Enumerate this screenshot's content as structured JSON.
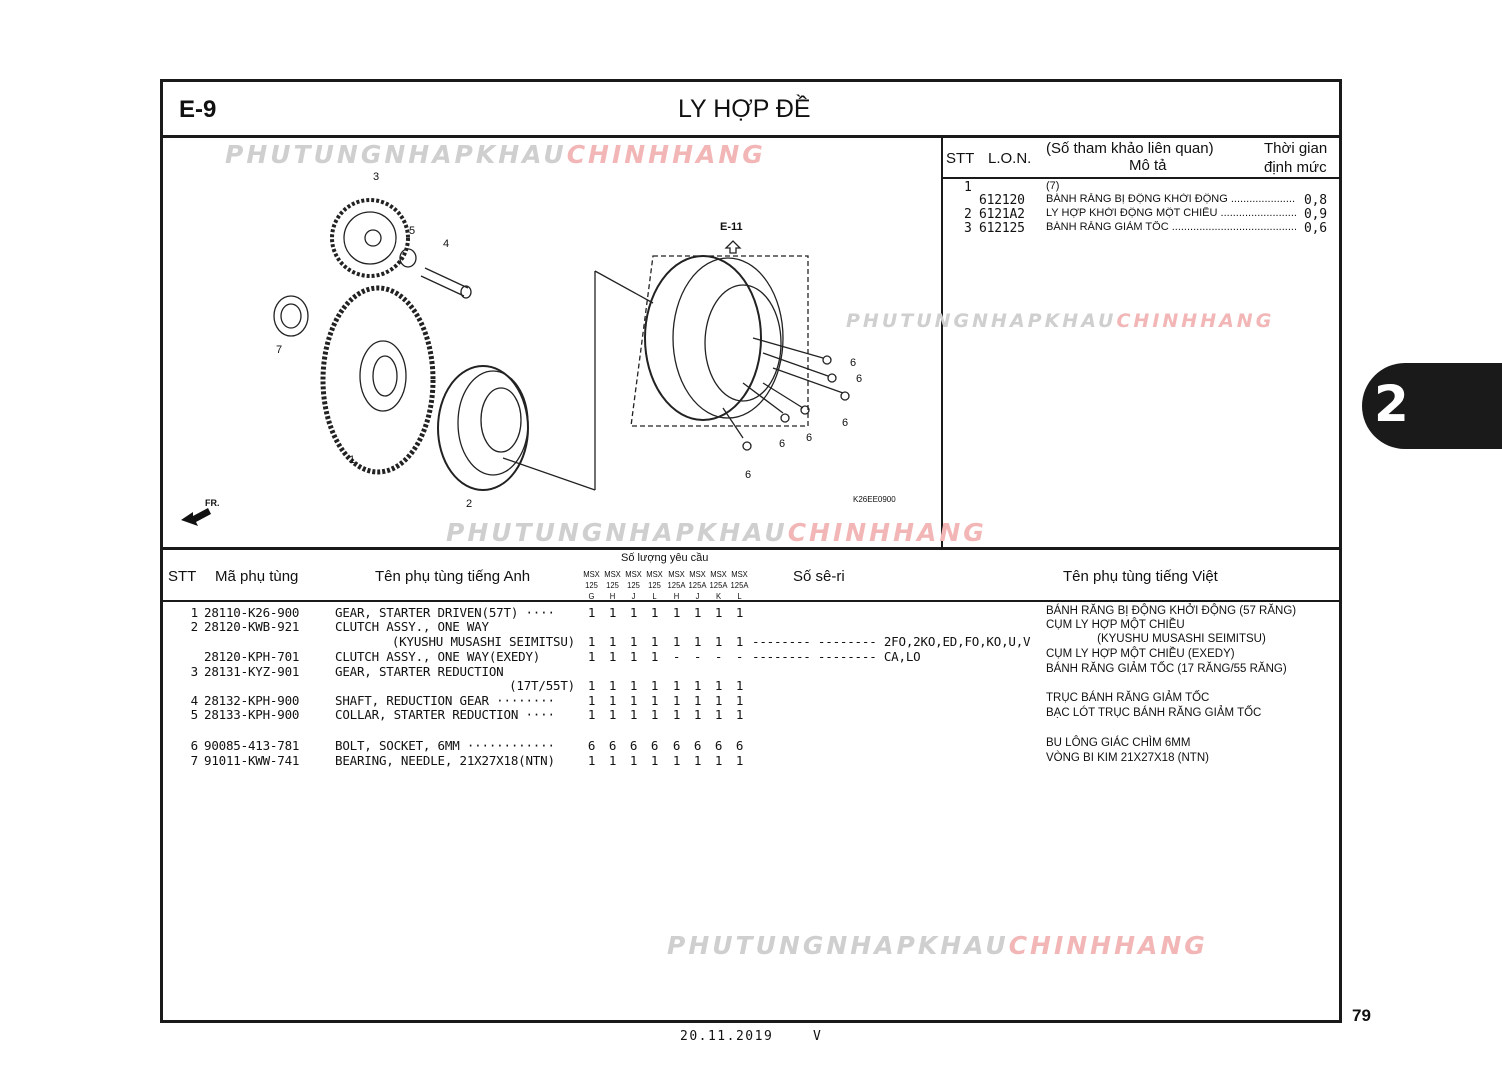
{
  "header": {
    "section": "E-9",
    "title": "LY HỢP ĐỀ"
  },
  "watermark": {
    "part1": "PHUTUNGNHAPKHAU",
    "part2": "CHINHHANG"
  },
  "diagram": {
    "ref_label": "E-11",
    "code": "K26EE0900",
    "front_label": "FR.",
    "callouts": [
      "1",
      "2",
      "3",
      "4",
      "5",
      "6",
      "6",
      "6",
      "6",
      "6",
      "6",
      "7"
    ]
  },
  "reference_panel": {
    "headers": {
      "stt": "STT",
      "lon": "L.O.N.",
      "ref": "(Số tham khảo liên quan)",
      "desc": "Mô tả",
      "time1": "Thời gian",
      "time2": "định mức"
    },
    "rows": [
      {
        "stt": "1",
        "lon": "",
        "desc": "(7)",
        "time": ""
      },
      {
        "stt": "",
        "lon": "612120",
        "desc": "BÁNH RĂNG BỊ ĐỘNG KHỞI ĐỘNG",
        "time": "0,8"
      },
      {
        "stt": "2",
        "lon": "6121A2",
        "desc": "LY HỢP KHỞI ĐỘNG MỘT CHIỀU",
        "time": "0,9"
      },
      {
        "stt": "3",
        "lon": "612125",
        "desc": "BÁNH RĂNG GIẢM TỐC",
        "time": "0,6"
      }
    ]
  },
  "parts_table": {
    "headers": {
      "stt": "STT",
      "part_no": "Mã phụ tùng",
      "name_en": "Tên phụ tùng tiếng Anh",
      "qty_title": "Số lượng yêu cầu",
      "serial": "Số sê-ri",
      "name_vi": "Tên phụ tùng tiếng Việt"
    },
    "models": [
      {
        "l1": "MSX",
        "l2": "125",
        "l3": "G"
      },
      {
        "l1": "MSX",
        "l2": "125",
        "l3": "H"
      },
      {
        "l1": "MSX",
        "l2": "125",
        "l3": "J"
      },
      {
        "l1": "MSX",
        "l2": "125",
        "l3": "L"
      },
      {
        "l1": "MSX",
        "l2": "125A",
        "l3": "H"
      },
      {
        "l1": "MSX",
        "l2": "125A",
        "l3": "J"
      },
      {
        "l1": "MSX",
        "l2": "125A",
        "l3": "K"
      },
      {
        "l1": "MSX",
        "l2": "125A",
        "l3": "L"
      }
    ],
    "rows": [
      {
        "stt": "1",
        "part_no": "28110-K26-900",
        "name_en": "GEAR, STARTER DRIVEN(57T) ····",
        "qty": [
          "1",
          "1",
          "1",
          "1",
          "1",
          "1",
          "1",
          "1"
        ],
        "serial": "",
        "name_vi": "BÁNH RĂNG BỊ ĐỘNG KHỞI ĐỘNG (57 RĂNG)"
      },
      {
        "stt": "2",
        "part_no": "28120-KWB-921",
        "name_en": "CLUTCH ASSY., ONE WAY",
        "qty": [],
        "serial": "",
        "name_vi": "CỤM LY HỢP MỘT CHIỀU"
      },
      {
        "stt": "",
        "part_no": "",
        "name_en": "          (KYUSHU MUSASHI SEIMITSU)",
        "qty": [
          "1",
          "1",
          "1",
          "1",
          "1",
          "1",
          "1",
          "1"
        ],
        "serial": "-------- -------- 2FO,2KO,ED,FO,KO,U,V",
        "name_vi": "                (KYUSHU MUSASHI SEIMITSU)"
      },
      {
        "stt": "",
        "part_no": "28120-KPH-701",
        "name_en": "CLUTCH ASSY., ONE WAY(EXEDY)",
        "qty": [
          "1",
          "1",
          "1",
          "1",
          "-",
          "-",
          "-",
          "-"
        ],
        "serial": "-------- -------- CA,LO",
        "name_vi": "CỤM LY HỢP MỘT CHIỀU (EXEDY)"
      },
      {
        "stt": "3",
        "part_no": "28131-KYZ-901",
        "name_en": "GEAR, STARTER REDUCTION",
        "qty": [],
        "serial": "",
        "name_vi": "BÁNH RĂNG GIẢM TỐC (17 RĂNG/55 RĂNG)"
      },
      {
        "stt": "",
        "part_no": "",
        "name_en": "                      (17T/55T)",
        "qty": [
          "1",
          "1",
          "1",
          "1",
          "1",
          "1",
          "1",
          "1"
        ],
        "serial": "",
        "name_vi": ""
      },
      {
        "stt": "4",
        "part_no": "28132-KPH-900",
        "name_en": "SHAFT, REDUCTION GEAR ········",
        "qty": [
          "1",
          "1",
          "1",
          "1",
          "1",
          "1",
          "1",
          "1"
        ],
        "serial": "",
        "name_vi": "TRỤC BÁNH RĂNG GIẢM TỐC"
      },
      {
        "stt": "5",
        "part_no": "28133-KPH-900",
        "name_en": "COLLAR, STARTER REDUCTION ····",
        "qty": [
          "1",
          "1",
          "1",
          "1",
          "1",
          "1",
          "1",
          "1"
        ],
        "serial": "",
        "name_vi": "BẠC LÓT TRỤC BÁNH RĂNG GIẢM TỐC"
      },
      {
        "stt": "6",
        "part_no": "90085-413-781",
        "name_en": "BOLT, SOCKET, 6MM ············",
        "qty": [
          "6",
          "6",
          "6",
          "6",
          "6",
          "6",
          "6",
          "6"
        ],
        "serial": "",
        "name_vi": "BU LÔNG GIÁC CHÌM 6MM"
      },
      {
        "stt": "7",
        "part_no": "91011-KWW-741",
        "name_en": "BEARING, NEEDLE, 21X27X18(NTN)",
        "qty": [
          "1",
          "1",
          "1",
          "1",
          "1",
          "1",
          "1",
          "1"
        ],
        "serial": "",
        "name_vi": "VÒNG BI KIM 21X27X18 (NTN)"
      }
    ]
  },
  "footer": {
    "page": "79",
    "date": "20.11.2019",
    "version": "V"
  },
  "side_tab": {
    "label": "2"
  }
}
